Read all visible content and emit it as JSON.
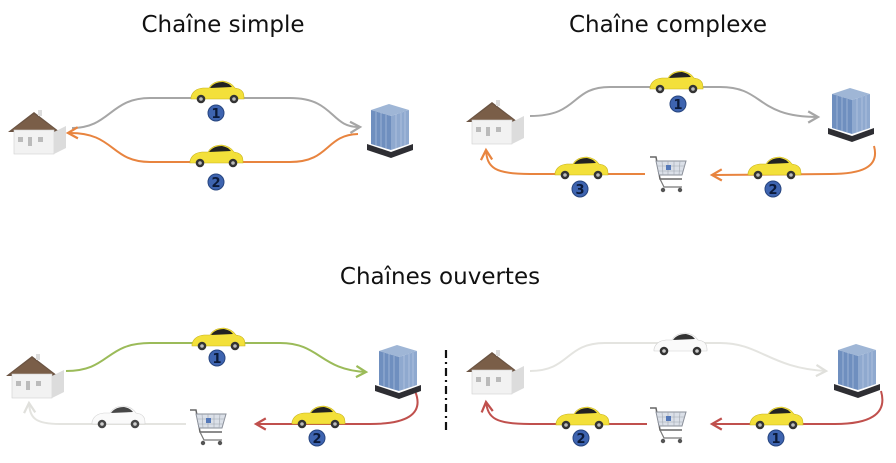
{
  "titles": {
    "simple": "Chaîne simple",
    "complex": "Chaîne complexe",
    "open": "Chaînes ouvertes"
  },
  "colors": {
    "grey": "#a6a6a6",
    "orange": "#e8843f",
    "green": "#9bbb59",
    "red": "#c0504d",
    "faded": "#e4e4e0",
    "badge": "#3e64b0",
    "car": "#f3e03a"
  },
  "diagrams": {
    "simple": {
      "trips": [
        {
          "label": "1",
          "from": "home",
          "to": "work"
        },
        {
          "label": "2",
          "from": "work",
          "to": "home"
        }
      ]
    },
    "complex": {
      "trips": [
        {
          "label": "1",
          "from": "home",
          "to": "work"
        },
        {
          "label": "2",
          "from": "work",
          "to": "shop"
        },
        {
          "label": "3",
          "from": "shop",
          "to": "home"
        }
      ]
    },
    "open_a": {
      "trips": [
        {
          "label": "1",
          "from": "home",
          "to": "work"
        },
        {
          "label": "2",
          "from": "work",
          "to": "shop"
        }
      ]
    },
    "open_b": {
      "trips": [
        {
          "label": "1",
          "from": "work",
          "to": "shop"
        },
        {
          "label": "2",
          "from": "shop",
          "to": "home"
        }
      ]
    }
  }
}
